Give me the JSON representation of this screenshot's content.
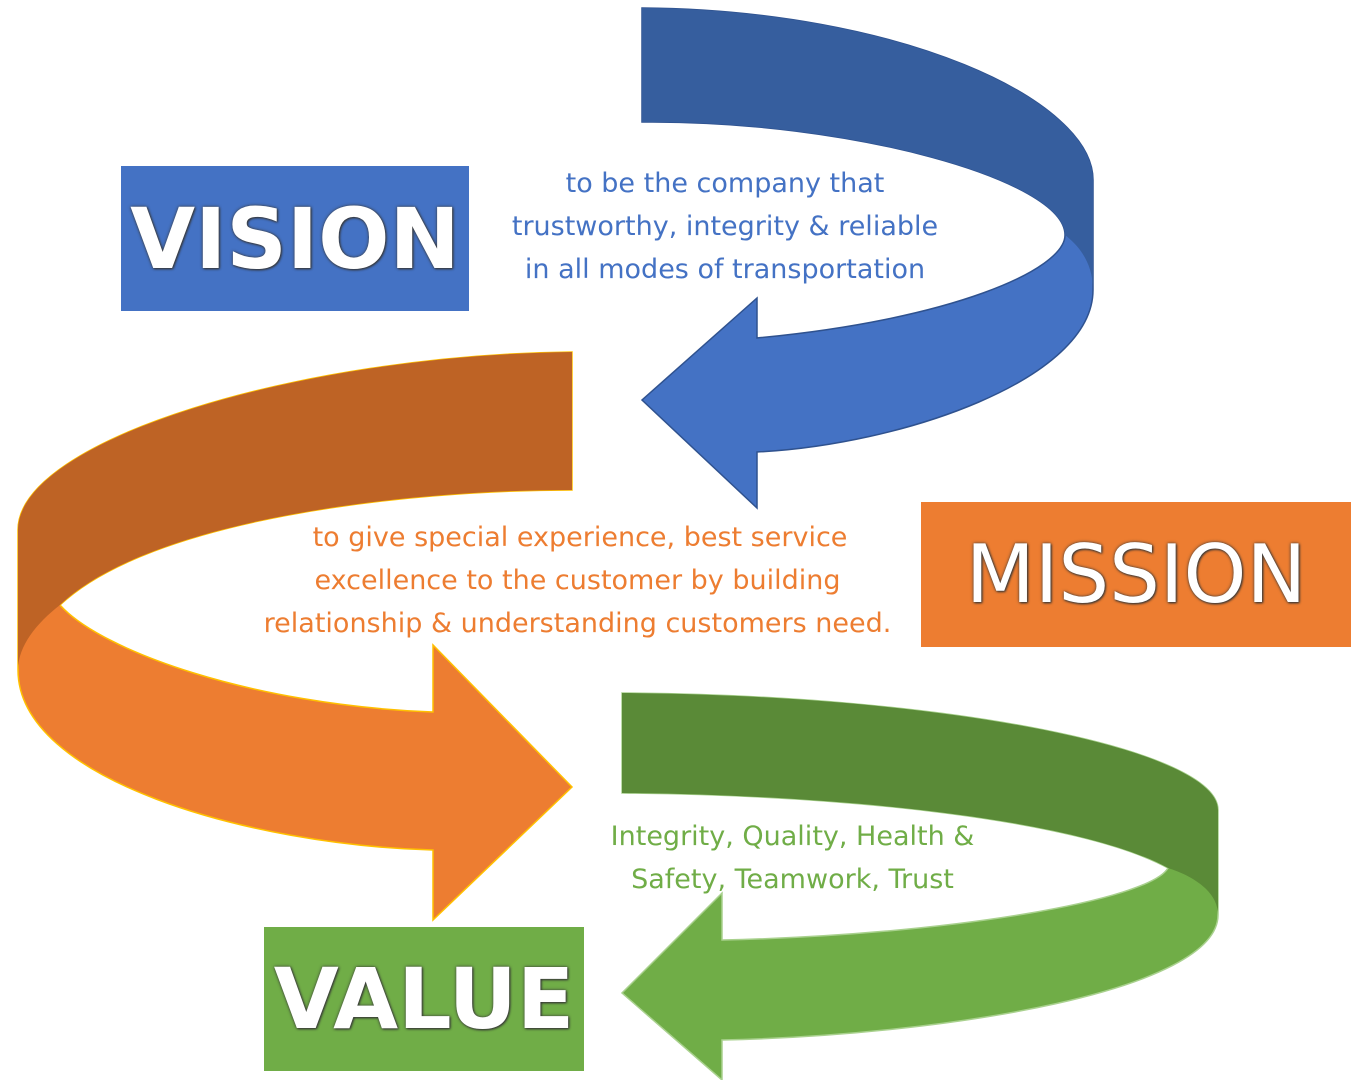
{
  "colors": {
    "blue": "#4472C4",
    "blue_dark": "#365E9E",
    "orange": "#ED7D31",
    "orange_dark": "#BE6325",
    "green": "#70AD47",
    "green_dark": "#5A8A37"
  },
  "vision": {
    "label": "VISION",
    "lines": [
      "to be the company that",
      "trustworthy, integrity & reliable",
      "in all modes of transportation"
    ]
  },
  "mission": {
    "label": "MISSION",
    "lines": [
      "to give special experience, best service",
      "excellence to the customer by building",
      "relationship & understanding customers need."
    ]
  },
  "value": {
    "label": "VALUE",
    "lines": [
      "Integrity, Quality, Health &",
      "Safety, Teamwork, Trust"
    ]
  }
}
